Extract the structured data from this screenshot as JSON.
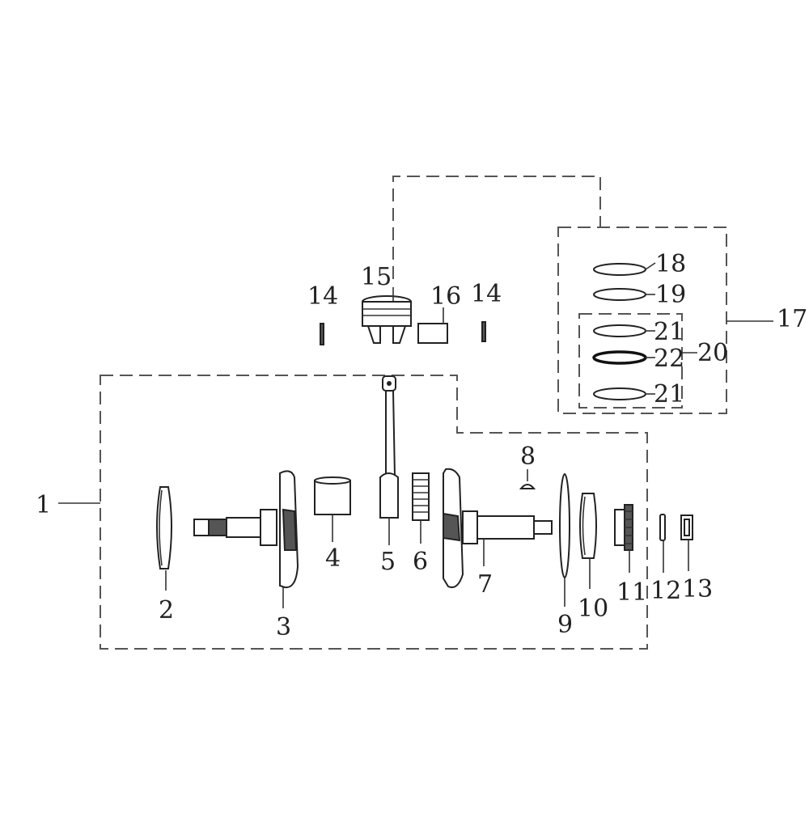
{
  "diagram": {
    "callouts": {
      "c1": "1",
      "c2": "2",
      "c3": "3",
      "c4": "4",
      "c5": "5",
      "c6": "6",
      "c7": "7",
      "c8": "8",
      "c9": "9",
      "c10": "10",
      "c11": "11",
      "c12": "12",
      "c13": "13",
      "c14a": "14",
      "c14b": "14",
      "c15": "15",
      "c16": "16",
      "c17": "17",
      "c18": "18",
      "c19": "19",
      "c20": "20",
      "c21a": "21",
      "c22": "22",
      "c21b": "21"
    }
  }
}
